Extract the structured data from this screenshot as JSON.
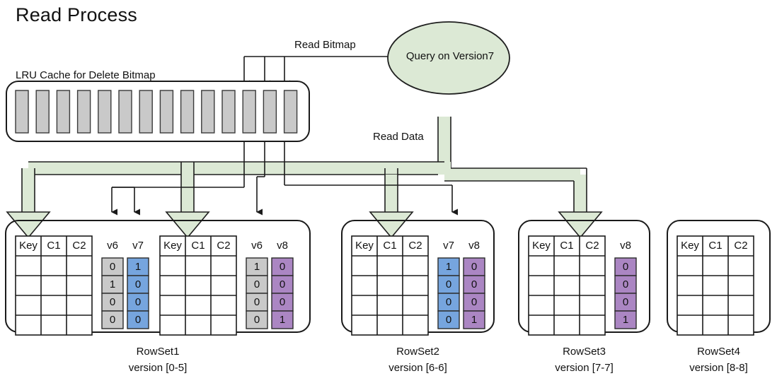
{
  "title": "Read Process",
  "labels": {
    "lru_cache": "LRU Cache  for Delete Bitmap",
    "read_bitmap": "Read Bitmap",
    "read_data": "Read Data",
    "query": "Query on Version7"
  },
  "colors": {
    "green_fill": "#dce9d5",
    "green_stroke": "#1f1f1f",
    "gray_cell": "#c9c9c9",
    "blue_cell": "#76a5de",
    "purple_cell": "#ab86c3",
    "outline": "#1a1a1a"
  },
  "lru_cache": {
    "cell_count": 14,
    "highlighted_cells": [
      11,
      12,
      13
    ]
  },
  "table_headers": [
    "Key",
    "C1",
    "C2"
  ],
  "table_rows": 4,
  "rowsets": [
    {
      "name": "RowSet1",
      "version": "version [0-5]",
      "segments": [
        {
          "bitmaps": [
            {
              "label": "v6",
              "color": "gray",
              "values": [
                "0",
                "1",
                "0",
                "0"
              ]
            },
            {
              "label": "v7",
              "color": "blue",
              "values": [
                "1",
                "0",
                "0",
                "0"
              ]
            }
          ]
        },
        {
          "bitmaps": [
            {
              "label": "v6",
              "color": "gray",
              "values": [
                "1",
                "0",
                "0",
                "0"
              ]
            },
            {
              "label": "v8",
              "color": "purple",
              "values": [
                "0",
                "0",
                "0",
                "1"
              ]
            }
          ]
        }
      ]
    },
    {
      "name": "RowSet2",
      "version": "version [6-6]",
      "segments": [
        {
          "bitmaps": [
            {
              "label": "v7",
              "color": "blue",
              "values": [
                "1",
                "0",
                "0",
                "0"
              ]
            },
            {
              "label": "v8",
              "color": "purple",
              "values": [
                "0",
                "0",
                "0",
                "1"
              ]
            }
          ]
        }
      ]
    },
    {
      "name": "RowSet3",
      "version": "version [7-7]",
      "segments": [
        {
          "bitmaps": [
            {
              "label": "v8",
              "color": "purple",
              "values": [
                "0",
                "0",
                "0",
                "1"
              ]
            }
          ]
        }
      ]
    },
    {
      "name": "RowSet4",
      "version": "version [8-8]",
      "segments": [
        {
          "bitmaps": []
        }
      ]
    }
  ]
}
